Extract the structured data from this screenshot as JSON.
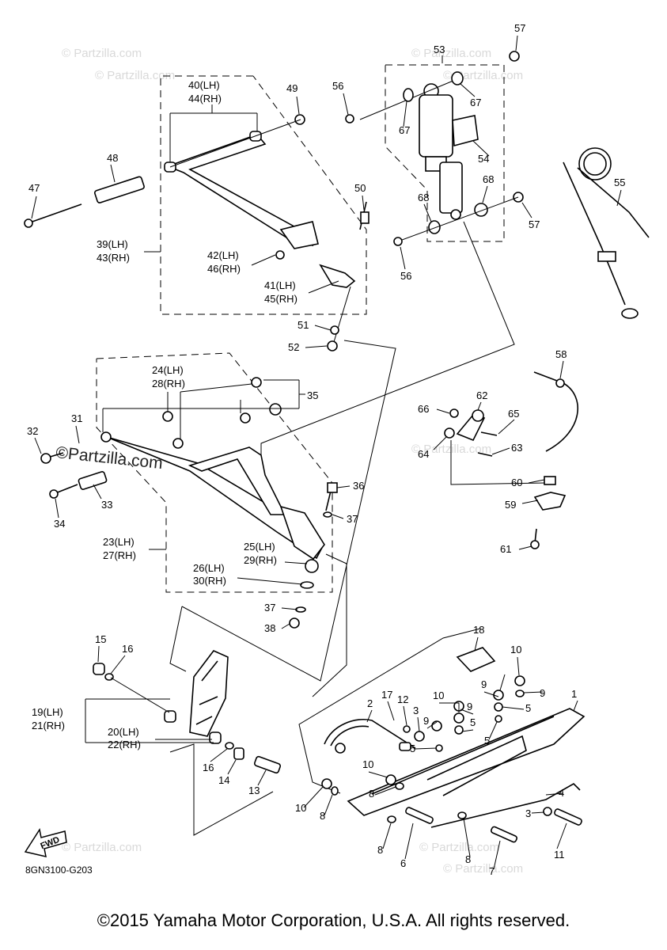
{
  "watermarks": [
    "© Partzilla.com",
    "© Partzilla.com",
    "© Partzilla.com",
    "© Partzilla.com",
    "© Partzilla.com",
    "© Partzilla.com",
    "© Partzilla.com",
    "© Partzilla.com"
  ],
  "watermark_dark": "©Partzilla.com",
  "fwd_label": "FWD",
  "diagram_code": "8GN3100-G203",
  "copyright": "©2015 Yamaha Motor Corporation, U.S.A. All rights reserved.",
  "callouts": {
    "c1": "1",
    "c2": "2",
    "c3a": "3",
    "c3b": "3",
    "c4": "4",
    "c5a": "5",
    "c5b": "5",
    "c5c": "5",
    "c5d": "5",
    "c6": "6",
    "c7": "7",
    "c8a": "8",
    "c8b": "8",
    "c8c": "8",
    "c8d": "8",
    "c9a": "9",
    "c9b": "9",
    "c9c": "9",
    "c9d": "9",
    "c10a": "10",
    "c10b": "10",
    "c10c": "10",
    "c10d": "10",
    "c11": "11",
    "c12": "12",
    "c13": "13",
    "c14": "14",
    "c15": "15",
    "c16a": "16",
    "c16b": "16",
    "c17": "17",
    "c18": "18",
    "c19": "19(LH)",
    "c21": "21(RH)",
    "c20": "20(LH)",
    "c22": "22(RH)",
    "c23": "23(LH)",
    "c27": "27(RH)",
    "c24": "24(LH)",
    "c28": "28(RH)",
    "c25": "25(LH)",
    "c29": "29(RH)",
    "c26": "26(LH)",
    "c30": "30(RH)",
    "c31": "31",
    "c32": "32",
    "c33": "33",
    "c34": "34",
    "c35": "35",
    "c36": "36",
    "c37a": "37",
    "c37b": "37",
    "c38": "38",
    "c39": "39(LH)",
    "c43": "43(RH)",
    "c40": "40(LH)",
    "c44": "44(RH)",
    "c41": "41(LH)",
    "c45": "45(RH)",
    "c42": "42(LH)",
    "c46": "46(RH)",
    "c47": "47",
    "c48": "48",
    "c49": "49",
    "c50": "50",
    "c51": "51",
    "c52": "52",
    "c53": "53",
    "c54": "54",
    "c55": "55",
    "c56a": "56",
    "c56b": "56",
    "c57a": "57",
    "c57b": "57",
    "c58": "58",
    "c59": "59",
    "c60": "60",
    "c61": "61",
    "c62": "62",
    "c63": "63",
    "c64": "64",
    "c65": "65",
    "c66": "66",
    "c67a": "67",
    "c67b": "67",
    "c68a": "68",
    "c68b": "68"
  }
}
